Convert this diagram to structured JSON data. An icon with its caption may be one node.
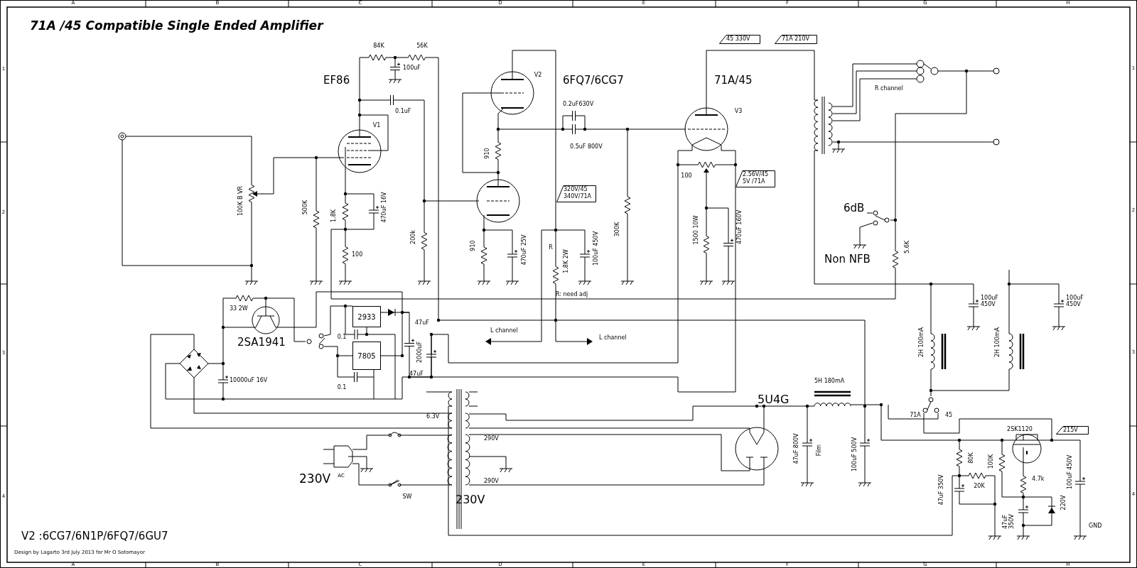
{
  "diagram": {
    "title": "71A /45 Compatible Single Ended Amplifier",
    "nodes": [
      {
        "text": [
          "45 330V"
        ]
      },
      {
        "text": [
          "71A 210V"
        ]
      },
      {
        "text": [
          "2.56V/45 5V /71A"
        ]
      },
      {
        "text": [
          "320V/45 340V/71A"
        ]
      },
      {
        "text": [
          "2933"
        ]
      },
      {
        "text": [
          "7805"
        ]
      },
      {
        "text": [
          "215V"
        ]
      }
    ],
    "edges": [
      {
        "from": 4,
        "to": 5,
        "arrow": "none"
      }
    ],
    "labels": [
      "A",
      "B",
      "C",
      "D",
      "E",
      "F",
      "G",
      "H",
      "1",
      "2",
      "3",
      "4",
      "1",
      "2",
      "3",
      "4",
      "84K",
      "56K",
      "100uF",
      "EF86",
      "V2",
      "6FQ7/6CG7",
      "71A/45",
      "V3",
      "R channel",
      "0.1uF",
      "V1",
      "0.2uF630V",
      "0.5uF 800V",
      "910",
      "100",
      "100K B VR",
      "500K",
      "1.8K",
      "470uF 16V",
      "6dB",
      "1500 10W",
      "470uF 160V",
      "300K",
      "5.6K",
      "200k",
      "910",
      "R",
      "470uF 25V",
      "100uF 450V",
      "1.8K 2W",
      "100",
      "Non NFB",
      "R: need adj",
      "100uF 450V",
      "100uF 450V",
      "33 2W",
      "0.1",
      "47uF",
      "L channel",
      "L channel",
      "2H 100mA",
      "2H 100mA",
      "2SA1941",
      "2000uF",
      "47uF",
      "10000uF 16V",
      "5H 180mA",
      "0.1",
      "6.3V",
      "5U4G",
      "71A",
      "45",
      "2SK1120",
      "290V",
      "47uF 800V",
      "Film",
      "100uF 500V",
      "80K",
      "100K",
      "100uF 450V",
      "230V",
      "AC",
      "4.7k",
      "290V",
      "20K",
      "47uF 350V",
      "SW",
      "230V",
      "220V",
      "47uF 350V",
      "GND",
      "V2 :6CG7/6N1P/6FQ7/6GU7",
      "Design by Lagarto 3rd July 2013 for Mr O Sotomayor",
      "A",
      "B",
      "C",
      "D",
      "E",
      "F",
      "G",
      "H"
    ]
  }
}
